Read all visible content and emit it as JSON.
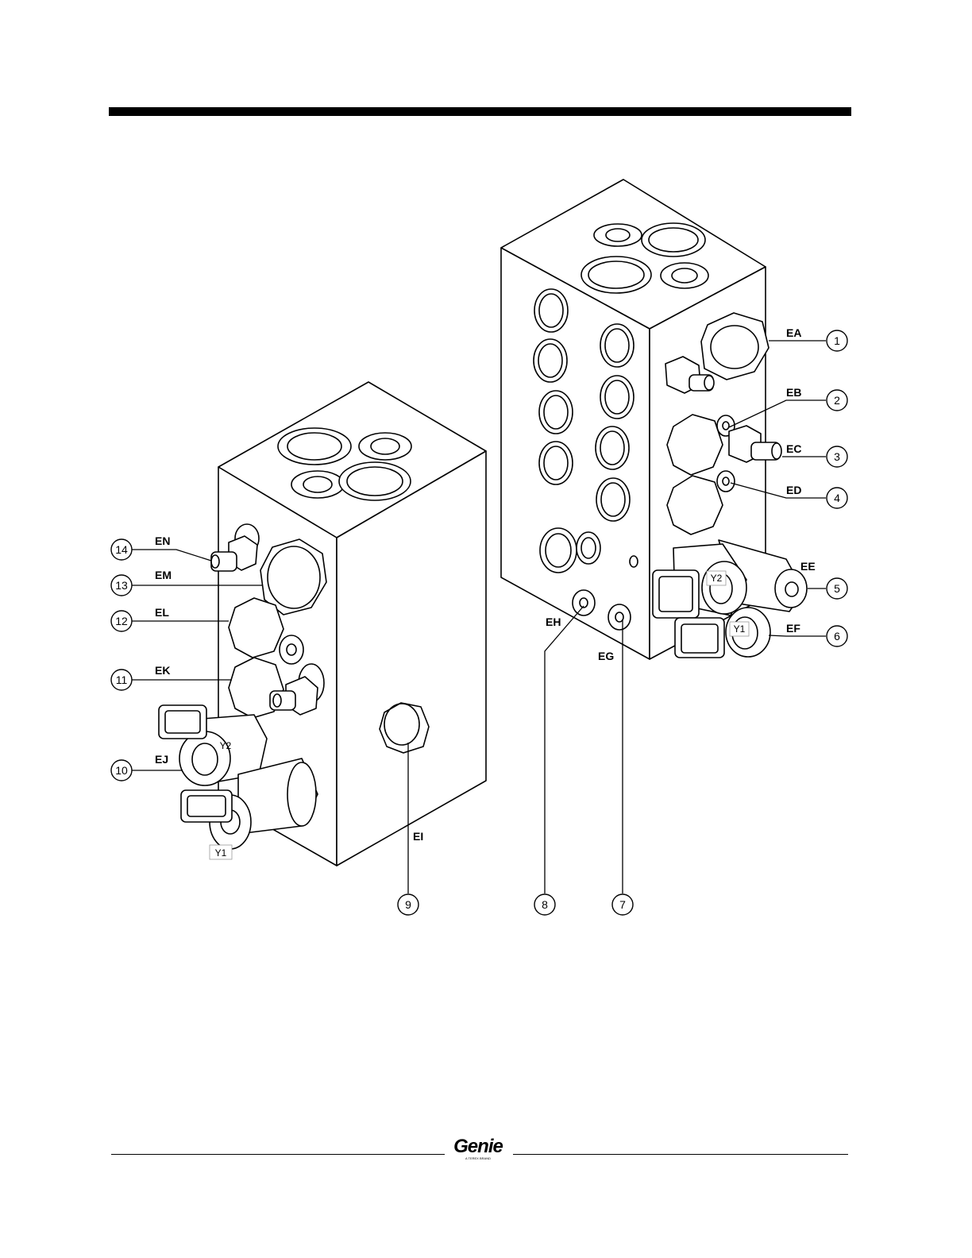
{
  "diagram": {
    "callouts": [
      {
        "num": "1",
        "label": "EA"
      },
      {
        "num": "2",
        "label": "EB"
      },
      {
        "num": "3",
        "label": "EC"
      },
      {
        "num": "4",
        "label": "ED"
      },
      {
        "num": "5",
        "label": "EE"
      },
      {
        "num": "6",
        "label": "EF"
      },
      {
        "num": "7",
        "label": "EG"
      },
      {
        "num": "8",
        "label": "EH"
      },
      {
        "num": "9",
        "label": "EI"
      },
      {
        "num": "10",
        "label": "EJ"
      },
      {
        "num": "11",
        "label": "EK"
      },
      {
        "num": "12",
        "label": "EL"
      },
      {
        "num": "13",
        "label": "EM"
      },
      {
        "num": "14",
        "label": "EN"
      }
    ],
    "coils": {
      "right_y2": "Y2",
      "right_y1": "Y1",
      "left_y2": "Y2",
      "left_y1": "Y1"
    }
  },
  "footer": {
    "logo_text": "Genie",
    "logo_subtext": "A TEREX BRAND"
  }
}
